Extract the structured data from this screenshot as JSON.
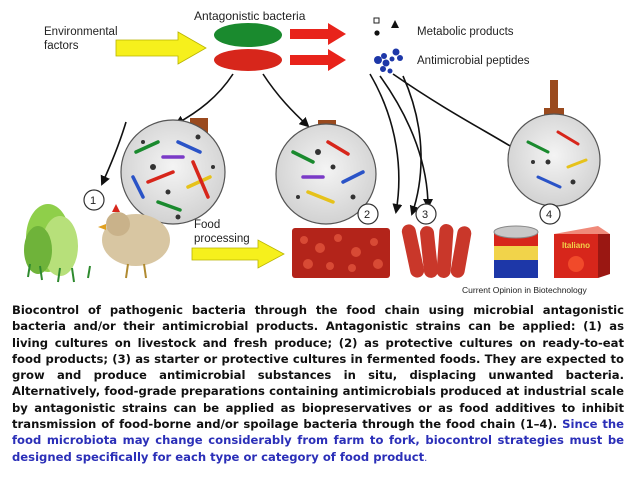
{
  "diagram": {
    "top_label": "Antagonistic bacteria",
    "env_label_line1": "Environmental",
    "env_label_line2": "factors",
    "metabolic_label": "Metabolic products",
    "peptides_label": "Antimicrobial peptides",
    "food_label_line1": "Food",
    "food_label_line2": "processing",
    "source_label": "Current Opinion in Biotechnology",
    "step_numbers": [
      "1",
      "2",
      "3",
      "4"
    ],
    "product_text": "Italiano",
    "colors": {
      "arrow_yellow": "#f6f01c",
      "arrow_red": "#e8231b",
      "green_cell": "#1a8a2e",
      "red_cell": "#d7261b",
      "black_arrow": "#111111"
    }
  },
  "caption": {
    "main": "Biocontrol of pathogenic bacteria through the food chain using microbial antagonistic bacteria and/or their antimicrobial products. Antagonistic strains can be applied: (1) as living cultures on livestock and fresh produce; (2) as protective cultures on ready-to-eat food products; (3) as starter or protective cultures in fermented foods. They are expected to grow and produce antimicrobial substances in situ, displacing unwanted bacteria. Alternatively, food-grade preparations containing antimicrobials produced at industrial scale by antagonistic strains can be applied as biopreservatives or as food additives to inhibit transmission of food-borne and/or spoilage bacteria through the food chain (1–4). ",
    "highlight": "Since the food microbiota may change considerably from farm to fork, biocontrol strategies must be designed specifically for each type or category of food product",
    "end": "."
  }
}
